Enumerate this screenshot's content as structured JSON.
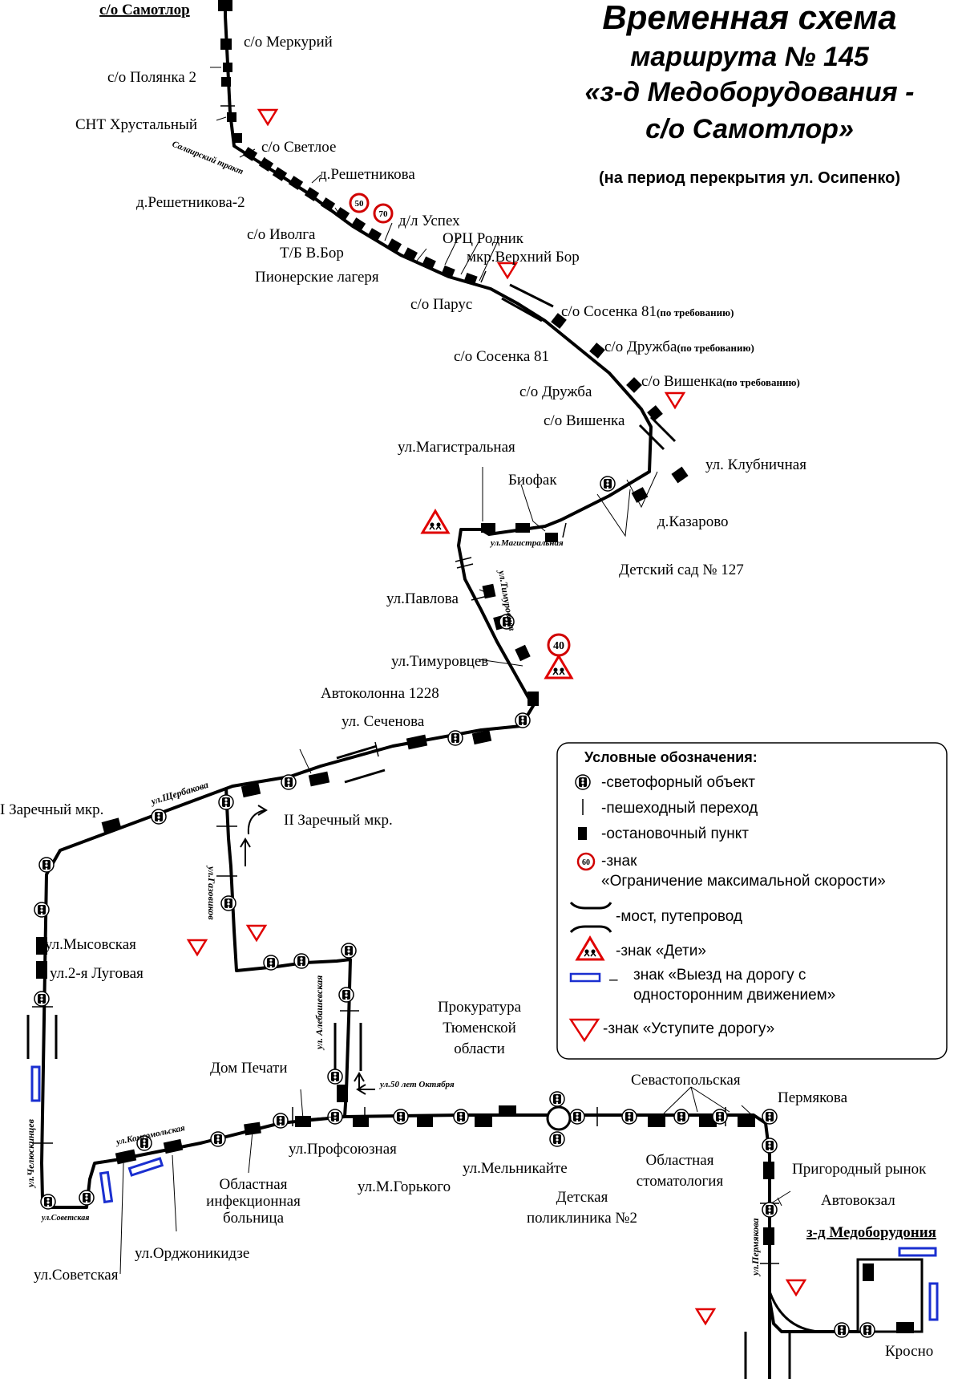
{
  "title": {
    "line1": "Временная схема",
    "line2": "маршрута № 145",
    "line3": "«з-д Медоборудования -",
    "line4": "с/о Самотлор»",
    "note": "(на период перекрытия ул. Осипенко)"
  },
  "stops": {
    "samotlor": "с/о Самотлор",
    "merkuriy": "с/о Меркурий",
    "polyanka2": "с/о Полянка 2",
    "snt_khrustalny": "СНТ Хрустальный",
    "svetloe": "с/о Светлое",
    "reshetnikova": "д.Решетникова",
    "reshetnikova2": "д.Решетникова-2",
    "uspekh": "д/л Успех",
    "ivolga": "с/о Иволга",
    "orc_rodnik": "ОРЦ Родник",
    "tb_vbor": "Т/Б В.Бор",
    "verkhny_bor": "мкр.Верхний Бор",
    "pionerskie": "Пионерские лагеря",
    "parus": "с/о Парус",
    "sosenka81_req": "с/о Сосенка 81",
    "sosenka81": "с/о Сосенка 81",
    "druzhba_req": "с/о Дружба",
    "druzhba": "с/о Дружба",
    "vishenka_req": "с/о Вишенка",
    "vishenka": "с/о Вишенка",
    "on_request": "(по требованию)",
    "klubnichnaya": "ул. Клубничная",
    "magistralnaya": "ул.Магистральная",
    "biofak": "Биофак",
    "kazarovo": "д.Казарово",
    "detsad127": "Детский сад № 127",
    "pavlova": "ул.Павлова",
    "timurovtsev": "ул.Тимуровцев",
    "avtokolonna": "Автоколонна 1228",
    "sechenova": "ул. Сеченова",
    "zarechny1": "I Заречный мкр.",
    "zarechny2": "II Заречный мкр.",
    "mysovskaya": "ул.Мысовская",
    "lugovaya2": "ул.2-я Луговая",
    "dom_pechati": "Дом Печати",
    "prokuratura1": "Прокуратура",
    "prokuratura2": "Тюменской",
    "prokuratura3": "области",
    "sevastopolskaya": "Севастопольская",
    "permyakova": "Пермякова",
    "profsoyuznaya": "ул.Профсоюзная",
    "melnikaite": "ул.Мельникайте",
    "m_gorkogo": "ул.М.Горького",
    "stomatologiya1": "Областная",
    "stomatologiya2": "стоматология",
    "poliklinika1": "Детская",
    "poliklinika2": "поликлиника №2",
    "prigorodny": "Пригородный рынок",
    "avtovokzal": "Автовокзал",
    "infek1": "Областная",
    "infek2": "инфекционная",
    "infek3": "больница",
    "ordzhonikidze": "ул.Орджоникидзе",
    "sovetskaya": "ул.Советская",
    "zavod": "з-д Медоборудония",
    "krosno": "Кросно"
  },
  "streets": {
    "salairsky": "Салаирский тракт",
    "magistralnaya": "ул.Магистральная",
    "timurovtsev": "ул.Тимуровцев",
    "shcherbakova": "ул.Щербакова",
    "gazovikov": "ул.Газовиков",
    "alebashevskaya": "ул. Алебашевская",
    "let50": "ул.50 лет Октября",
    "komsomolskaya": "ул.Комсомольская",
    "chelyuskintsev": "ул.Челюскинцев",
    "sovetskaya": "ул.Советская",
    "permyakova": "ул.Пермякова"
  },
  "signs": {
    "speed50": "50",
    "speed70": "70",
    "speed40": "40",
    "speed60": "60"
  },
  "legend": {
    "title": "Условные обозначения:",
    "traffic_light": "-светофорный объект",
    "crossing": "-пешеходный переход",
    "stop": "-остановочный пункт",
    "speed_sign1": "-знак",
    "speed_sign2": "«Ограничение максимальной скорости»",
    "bridge": "-мост, путепровод",
    "children": "-знак «Дети»",
    "oneway_dash": "–",
    "oneway1": "знак «Выезд на дорогу с",
    "oneway2": "односторонним движением»",
    "yield": "-знак «Уступите дорогу»"
  },
  "colors": {
    "route": "#000000",
    "speed_ring": "#d00000",
    "triangle": "#e00000",
    "oneway": "#1a2fd0"
  }
}
